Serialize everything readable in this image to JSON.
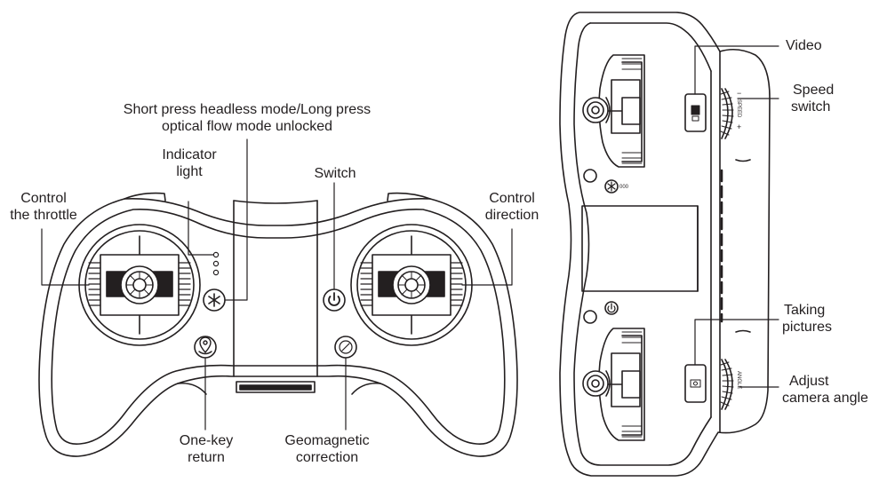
{
  "labels": {
    "short_press_line1": "Short press headless mode/Long press",
    "short_press_line2": "optical flow mode unlocked",
    "indicator_line1": "Indicator",
    "indicator_line2": "light",
    "switch": "Switch",
    "throttle_line1": "Control",
    "throttle_line2": "the throttle",
    "direction_line1": "Control",
    "direction_line2": "direction",
    "onekey_line1": "One-key",
    "onekey_line2": "return",
    "geomagnetic_line1": "Geomagnetic",
    "geomagnetic_line2": "correction",
    "video": "Video",
    "speed_line1": "Speed",
    "speed_line2": "switch",
    "taking_line1": "Taking",
    "taking_line2": "pictures",
    "adjust_line1": "Adjust",
    "adjust_line2": "camera angle"
  },
  "device_markings": {
    "speed": "SPEED",
    "angle": "ANGLE",
    "minus": "−",
    "plus": "+",
    "ooo": "000"
  },
  "icons": {
    "headless": "asterisk-icon",
    "power": "power-icon",
    "return": "location-pin-icon",
    "compass": "compass-icon",
    "video": "video-camera-icon",
    "photo": "camera-icon"
  },
  "colors": {
    "line": "#231f20",
    "stick_fill": "#231f20",
    "background": "#ffffff"
  }
}
